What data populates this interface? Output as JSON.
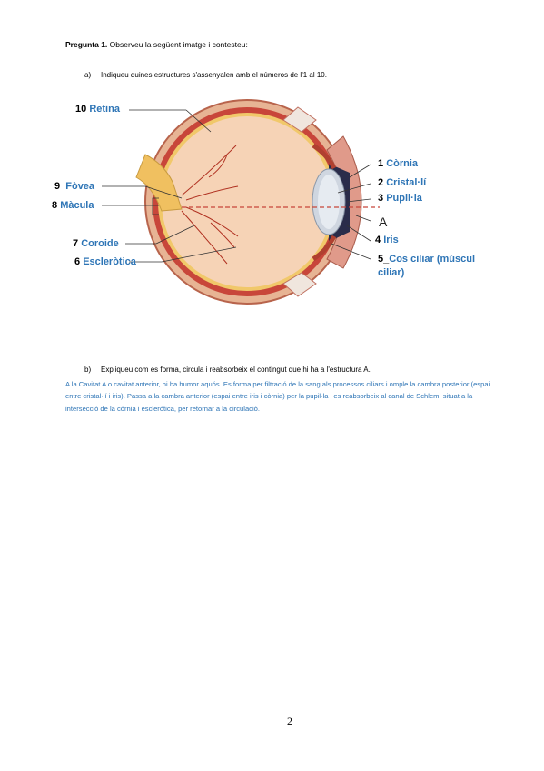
{
  "question": {
    "title_bold": "Pregunta 1.",
    "title_rest": " Observeu la següent imatge i contesteu:",
    "part_a_letter": "a)",
    "part_a_text": "Indiqueu quines estructures s'assenyalen amb el números de l'1 al 10.",
    "part_b_letter": "b)",
    "part_b_text": "Expliqueu com es forma, circula i reabsorbeix el contingut que hi ha a l'estructura A."
  },
  "labels": {
    "l10": {
      "num": "10",
      "text": "Retina"
    },
    "l1": {
      "num": "1",
      "text": "Còrnia"
    },
    "l2": {
      "num": "2",
      "text": "Cristal·lí"
    },
    "l3": {
      "num": "3",
      "text": "Pupil·la"
    },
    "lA": {
      "text": "A"
    },
    "l4": {
      "num": "4",
      "text": "Iris"
    },
    "l5": {
      "num": "5_",
      "text": "Cos ciliar (múscul",
      "text2": "ciliar)"
    },
    "l9": {
      "num": "9",
      "text": "Fòvea"
    },
    "l8": {
      "num": "8",
      "text": "Màcula"
    },
    "l7": {
      "num": "7",
      "text": "Coroide"
    },
    "l6": {
      "num": "6",
      "text": "Escleròtica"
    }
  },
  "answer": "A la Cavitat A o cavitat anterior, hi ha humor aquós. Es forma per filtració de la sang als processos ciliars i omple la cambra posterior (espai entre cristal·lí i iris). Passa a la cambra anterior (espai entre iris i còrnia) per la pupil·la i es reabsorbeix al canal de Schlem, situat a la intersecció de la còrnia i escleròtica, per retornar a la circulació.",
  "page_number": "2",
  "colors": {
    "answer_blue": "#2e75b6",
    "sclera_red": "#c8463a",
    "vitreous": "#f6d3b6"
  }
}
